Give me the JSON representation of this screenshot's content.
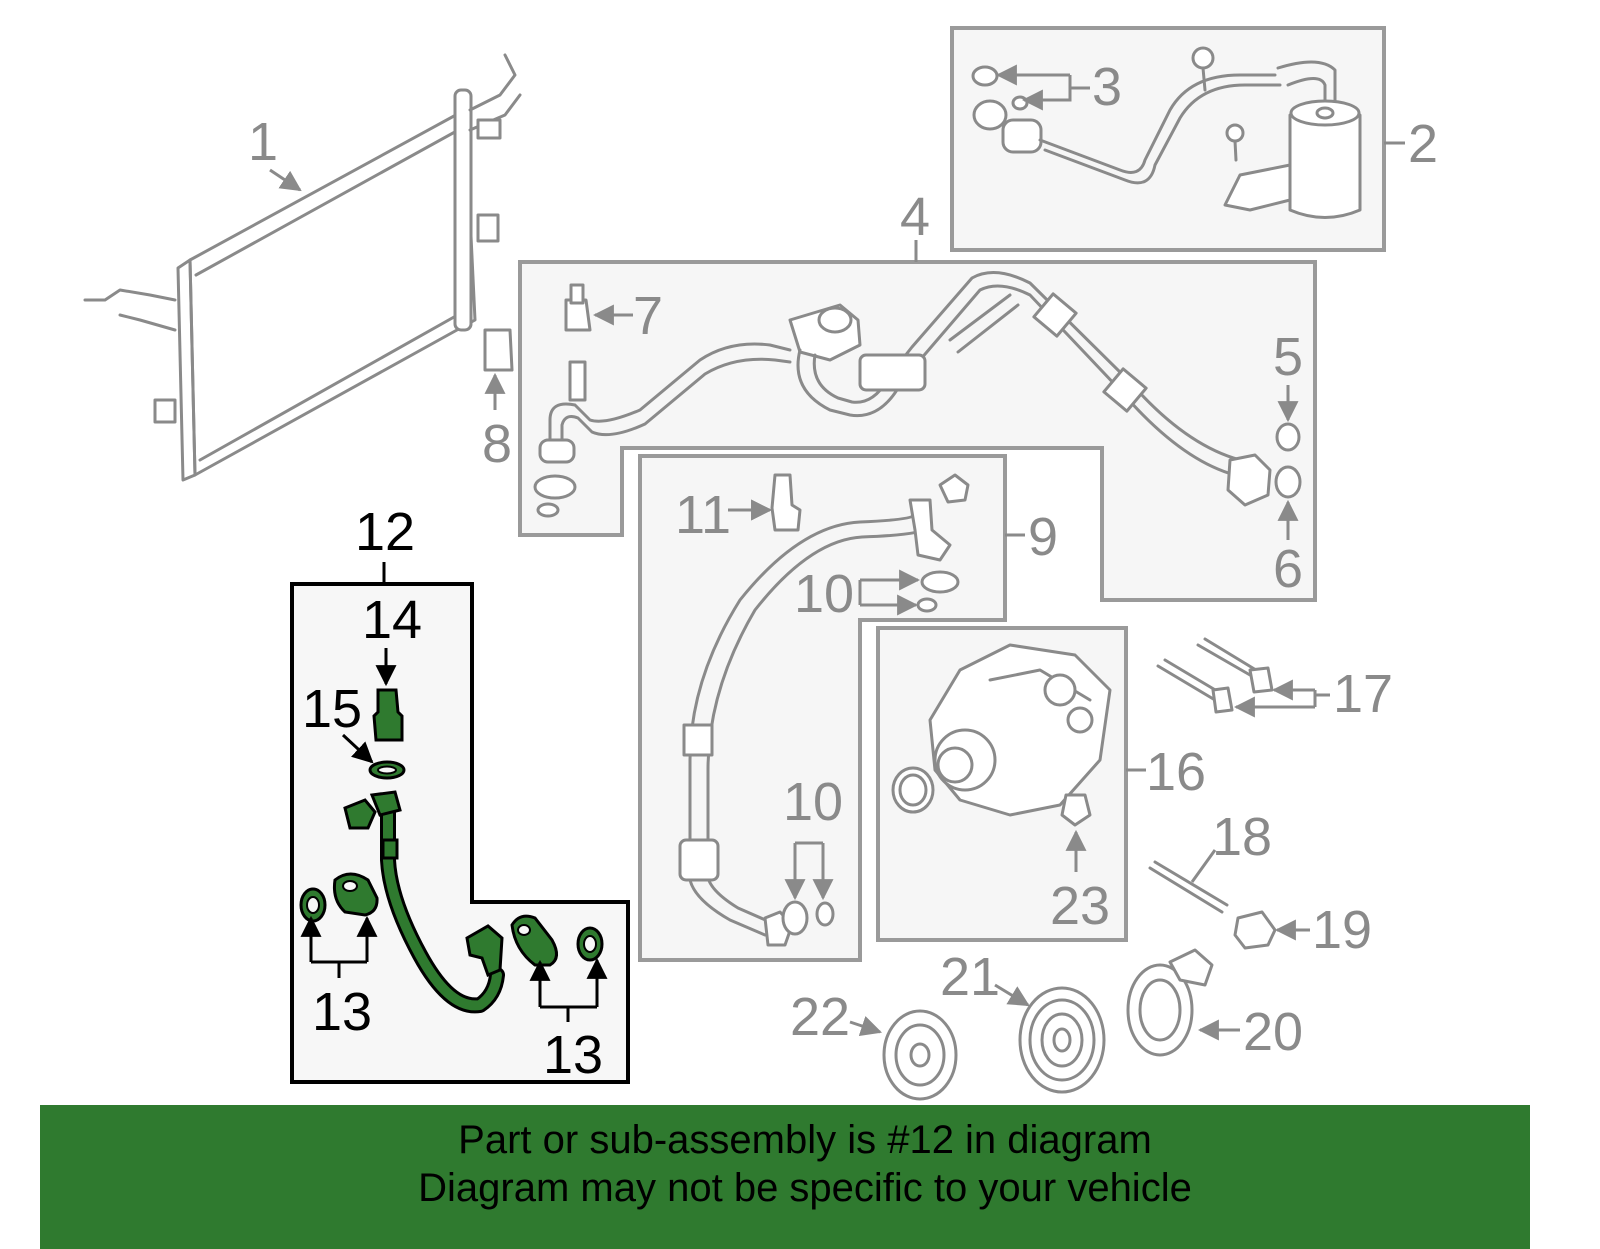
{
  "callouts": {
    "c1": "1",
    "c2": "2",
    "c3": "3",
    "c4": "4",
    "c5": "5",
    "c6": "6",
    "c7": "7",
    "c8": "8",
    "c9": "9",
    "c10a": "10",
    "c10b": "10",
    "c11": "11",
    "c12": "12",
    "c13a": "13",
    "c13b": "13",
    "c14": "14",
    "c15": "15",
    "c16": "16",
    "c17": "17",
    "c18": "18",
    "c19": "19",
    "c20": "20",
    "c21": "21",
    "c22": "22",
    "c23": "23"
  },
  "banner": {
    "line1": "Part or sub-assembly is #12 in diagram",
    "line2": "Diagram may not be specific to your vehicle"
  },
  "colors": {
    "highlight": "#2f7a2f",
    "banner_bg": "#2f7a2f",
    "parts_grey": "#8a8a8a"
  }
}
